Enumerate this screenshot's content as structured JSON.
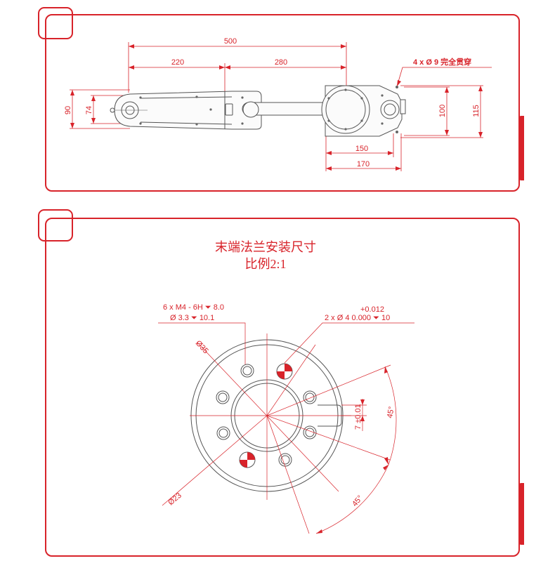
{
  "top_drawing": {
    "dims": {
      "overall": "500",
      "seg1": "220",
      "seg2": "280",
      "h90": "90",
      "h74": "74",
      "h100": "100",
      "h115": "115",
      "w150": "150",
      "w170": "170"
    },
    "hole_note": "4 x Ø 9 完全贯穿"
  },
  "flange_drawing": {
    "title": "末端法兰安装尺寸",
    "scale": "比例2:1",
    "notes": {
      "tap_line1": "6 x M4 - 6H ⏷ 8.0",
      "tap_line2": "Ø 3.3 ⏷ 10.1",
      "pin_tol": "+0.012",
      "pin_line": "2 x Ø 4  0.000 ⏷ 10"
    },
    "dims": {
      "d35": "Ø35",
      "d23": "Ø23",
      "keyway": "7 ±0.01",
      "angle_upper": "45°",
      "angle_lower": "45°"
    }
  },
  "colors": {
    "accent": "#d8232a",
    "line": "#555555"
  }
}
